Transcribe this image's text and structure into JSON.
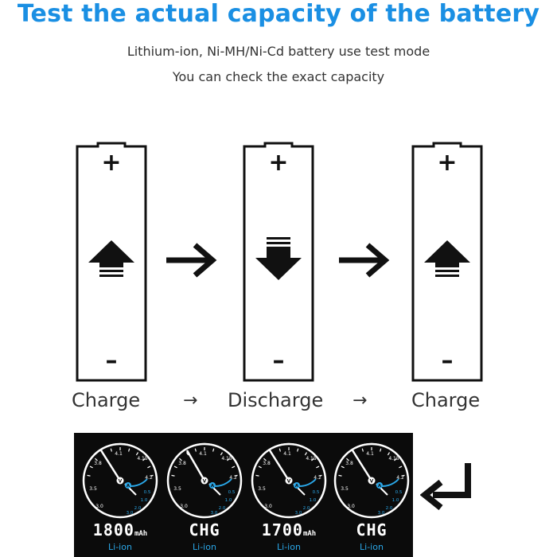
{
  "header": {
    "title": "Test the actual capacity of the battery",
    "subtitle_line1": "Lithium-ion, Ni-MH/Ni-Cd battery use test mode",
    "subtitle_line2": "You can check the exact capacity"
  },
  "steps": [
    {
      "label": "Charge",
      "icon": "arrow-up-icon"
    },
    {
      "label": "Discharge",
      "icon": "arrow-down-icon"
    },
    {
      "label": "Charge",
      "icon": "arrow-up-icon"
    }
  ],
  "step_connector_glyph": "→",
  "battery_terminals": {
    "positive": "+",
    "negative": "–"
  },
  "gauge_scale": {
    "voltage_ticks": [
      "3.8",
      "4.1",
      "4.15",
      "4.2",
      "3.5",
      "3.0"
    ],
    "current_ticks": [
      "0.5",
      "1.0",
      "2.0",
      "3.0"
    ],
    "voltage_badge": "V",
    "current_badge": "A"
  },
  "displays": [
    {
      "value": "1800",
      "unit": "mAh",
      "chemistry": "Li-ion"
    },
    {
      "value": "CHG",
      "unit": "",
      "chemistry": "Li-ion"
    },
    {
      "value": "1700",
      "unit": "mAh",
      "chemistry": "Li-ion"
    },
    {
      "value": "CHG",
      "unit": "",
      "chemistry": "Li-ion"
    }
  ],
  "colors": {
    "title": "#1a8fe3",
    "current_scale": "#2aa7e8",
    "panel": "#0b0b0b"
  },
  "return_icon": "return-arrow-icon"
}
